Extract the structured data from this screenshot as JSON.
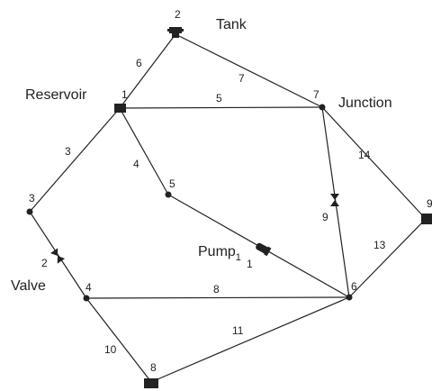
{
  "labels": {
    "tank": "Tank",
    "reservoir": "Reservoir",
    "junction": "Junction",
    "pump": "Pump",
    "pump_sub": "1",
    "valve": "Valve"
  },
  "nodes": [
    {
      "id": "1",
      "kind": "reservoir-square"
    },
    {
      "id": "2",
      "kind": "tank-symbol"
    },
    {
      "id": "3",
      "kind": "junction-dot"
    },
    {
      "id": "4",
      "kind": "junction-dot"
    },
    {
      "id": "5",
      "kind": "junction-dot"
    },
    {
      "id": "6",
      "kind": "junction-dot"
    },
    {
      "id": "7",
      "kind": "junction-dot"
    },
    {
      "id": "8",
      "kind": "square"
    },
    {
      "id": "9",
      "kind": "square"
    }
  ],
  "links": [
    {
      "id": "6",
      "from": "1",
      "to": "2"
    },
    {
      "id": "7",
      "from": "2",
      "to": "7"
    },
    {
      "id": "5",
      "from": "1",
      "to": "7"
    },
    {
      "id": "3",
      "from": "1",
      "to": "3"
    },
    {
      "id": "4",
      "from": "1",
      "to": "5"
    },
    {
      "id": "14",
      "from": "7",
      "to": "9"
    },
    {
      "id": "9",
      "from": "7",
      "to": "6",
      "device": "valve"
    },
    {
      "id": "2",
      "from": "3",
      "to": "4",
      "device": "valve"
    },
    {
      "id": "1",
      "from": "5",
      "to": "6",
      "device": "pump"
    },
    {
      "id": "8",
      "from": "4",
      "to": "6"
    },
    {
      "id": "13",
      "from": "6",
      "to": "9"
    },
    {
      "id": "10",
      "from": "4",
      "to": "8"
    },
    {
      "id": "11",
      "from": "8",
      "to": "6"
    }
  ]
}
